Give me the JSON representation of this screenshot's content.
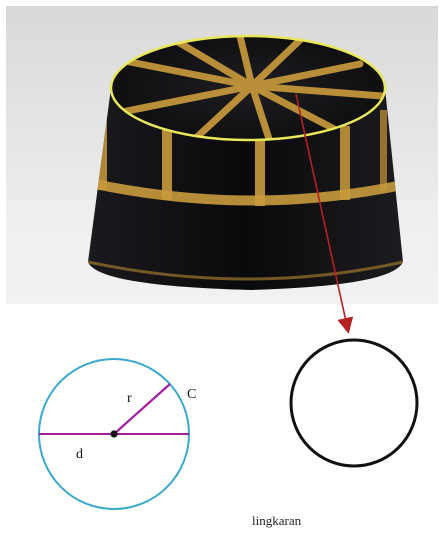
{
  "photo": {
    "subject": "songkok-cap-with-gold-stripes"
  },
  "diagram": {
    "radius_label": "r",
    "circumference_label": "C",
    "diameter_label": "d",
    "caption": "lingkaran"
  },
  "colors": {
    "top_outline": "#e8e85a",
    "arrow": "#b22222",
    "circle_stroke": "#3ba9cc",
    "radius_diameter": "#a020a0",
    "center_point": "#111111",
    "plain_circle": "#111111",
    "cap_body": "#0e0e10",
    "gold_stripe": "#c89a3c"
  }
}
